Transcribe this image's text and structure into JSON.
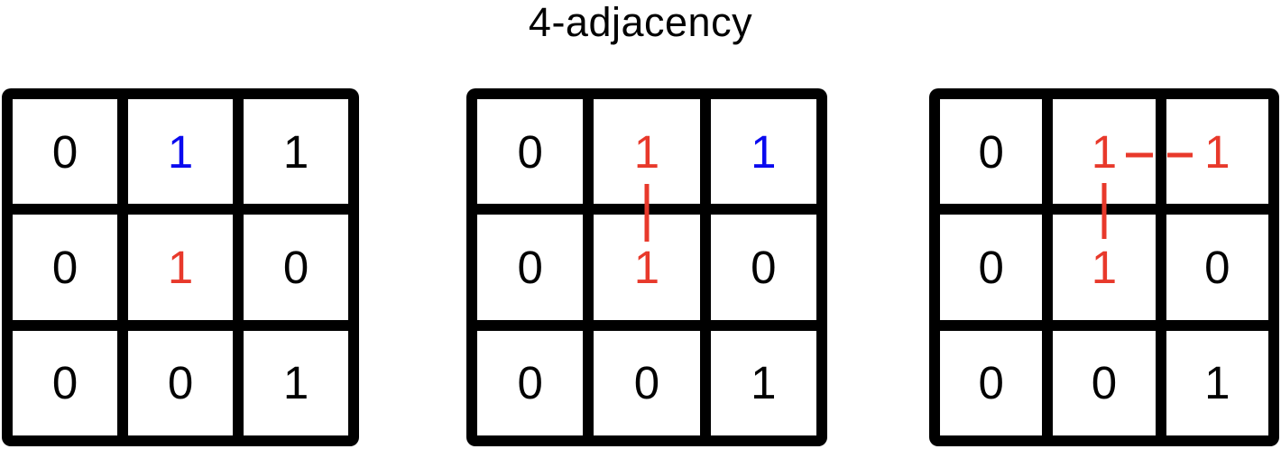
{
  "title": "4-adjacency",
  "palette": {
    "black": "#000000",
    "red": "#E8392B",
    "blue": "#0A0AEF",
    "grid_line": "#000000",
    "cell_background": "#FFFFFF",
    "page_background": "#FFFFFF"
  },
  "grids": [
    {
      "name": "grid-1",
      "cells": [
        [
          {
            "value": "0",
            "color": "#000000"
          },
          {
            "value": "1",
            "color": "#0A0AEF"
          },
          {
            "value": "1",
            "color": "#000000"
          }
        ],
        [
          {
            "value": "0",
            "color": "#000000"
          },
          {
            "value": "1",
            "color": "#E8392B"
          },
          {
            "value": "0",
            "color": "#000000"
          }
        ],
        [
          {
            "value": "0",
            "color": "#000000"
          },
          {
            "value": "0",
            "color": "#000000"
          },
          {
            "value": "1",
            "color": "#000000"
          }
        ]
      ],
      "connections": []
    },
    {
      "name": "grid-2",
      "cells": [
        [
          {
            "value": "0",
            "color": "#000000"
          },
          {
            "value": "1",
            "color": "#E8392B"
          },
          {
            "value": "1",
            "color": "#0A0AEF"
          }
        ],
        [
          {
            "value": "0",
            "color": "#000000"
          },
          {
            "value": "1",
            "color": "#E8392B"
          },
          {
            "value": "0",
            "color": "#000000"
          }
        ],
        [
          {
            "value": "0",
            "color": "#000000"
          },
          {
            "value": "0",
            "color": "#000000"
          },
          {
            "value": "1",
            "color": "#000000"
          }
        ]
      ],
      "connections": [
        {
          "from": "row0-col1",
          "to": "row1-col1",
          "direction": "vertical",
          "style": "dashed-red",
          "color": "#E8392B"
        }
      ]
    },
    {
      "name": "grid-3",
      "cells": [
        [
          {
            "value": "0",
            "color": "#000000"
          },
          {
            "value": "1",
            "color": "#E8392B"
          },
          {
            "value": "1",
            "color": "#E8392B"
          }
        ],
        [
          {
            "value": "0",
            "color": "#000000"
          },
          {
            "value": "1",
            "color": "#E8392B"
          },
          {
            "value": "0",
            "color": "#000000"
          }
        ],
        [
          {
            "value": "0",
            "color": "#000000"
          },
          {
            "value": "0",
            "color": "#000000"
          },
          {
            "value": "1",
            "color": "#000000"
          }
        ]
      ],
      "connections": [
        {
          "from": "row0-col1",
          "to": "row0-col2",
          "direction": "horizontal",
          "style": "dashed-red",
          "color": "#E8392B"
        },
        {
          "from": "row0-col1",
          "to": "row1-col1",
          "direction": "vertical",
          "style": "dashed-red",
          "color": "#E8392B"
        }
      ]
    }
  ]
}
